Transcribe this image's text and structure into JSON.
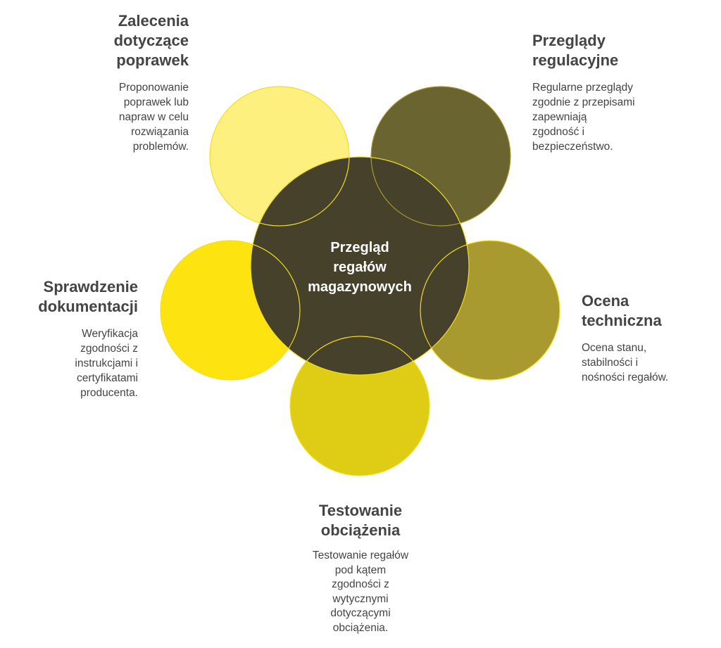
{
  "center": {
    "label": "Przegląd\nregałów\nmagazynowych"
  },
  "colors": {
    "center": "#45412a",
    "zalecenia": "#fdf07e",
    "przeglady": "#6a6430",
    "ocena": "#a99a2f",
    "testowanie": "#dfcc15",
    "sprawdzenie": "#fde410",
    "outline": "#f2dd24"
  },
  "items": [
    {
      "key": "zalecenia",
      "title": "Zalecenia\ndotyczące\npoprawek",
      "description": "Proponowanie\npoprawek lub\nnapraw w celu\nrozwiązania\nproblemów."
    },
    {
      "key": "przeglady",
      "title": "Przeglądy\nregulacyjne",
      "description": "Regularne przeglądy\nzgodnie z przepisami\nzapewniają\nzgodność i\nbezpieczeństwo."
    },
    {
      "key": "sprawdzenie",
      "title": "Sprawdzenie\ndokumentacji",
      "description": "Weryfikacja\nzgodności z\ninstrukcjami i\ncertyfikatami\nproducenta."
    },
    {
      "key": "ocena",
      "title": "Ocena\ntechniczna",
      "description": "Ocena stanu,\nstabilności i\nnośności regałów."
    },
    {
      "key": "testowanie",
      "title": "Testowanie\nobciążenia",
      "description": "Testowanie regałów\npod kątem\nzgodności z\nwytycznymi\ndotyczącymi\nobciążenia."
    }
  ]
}
